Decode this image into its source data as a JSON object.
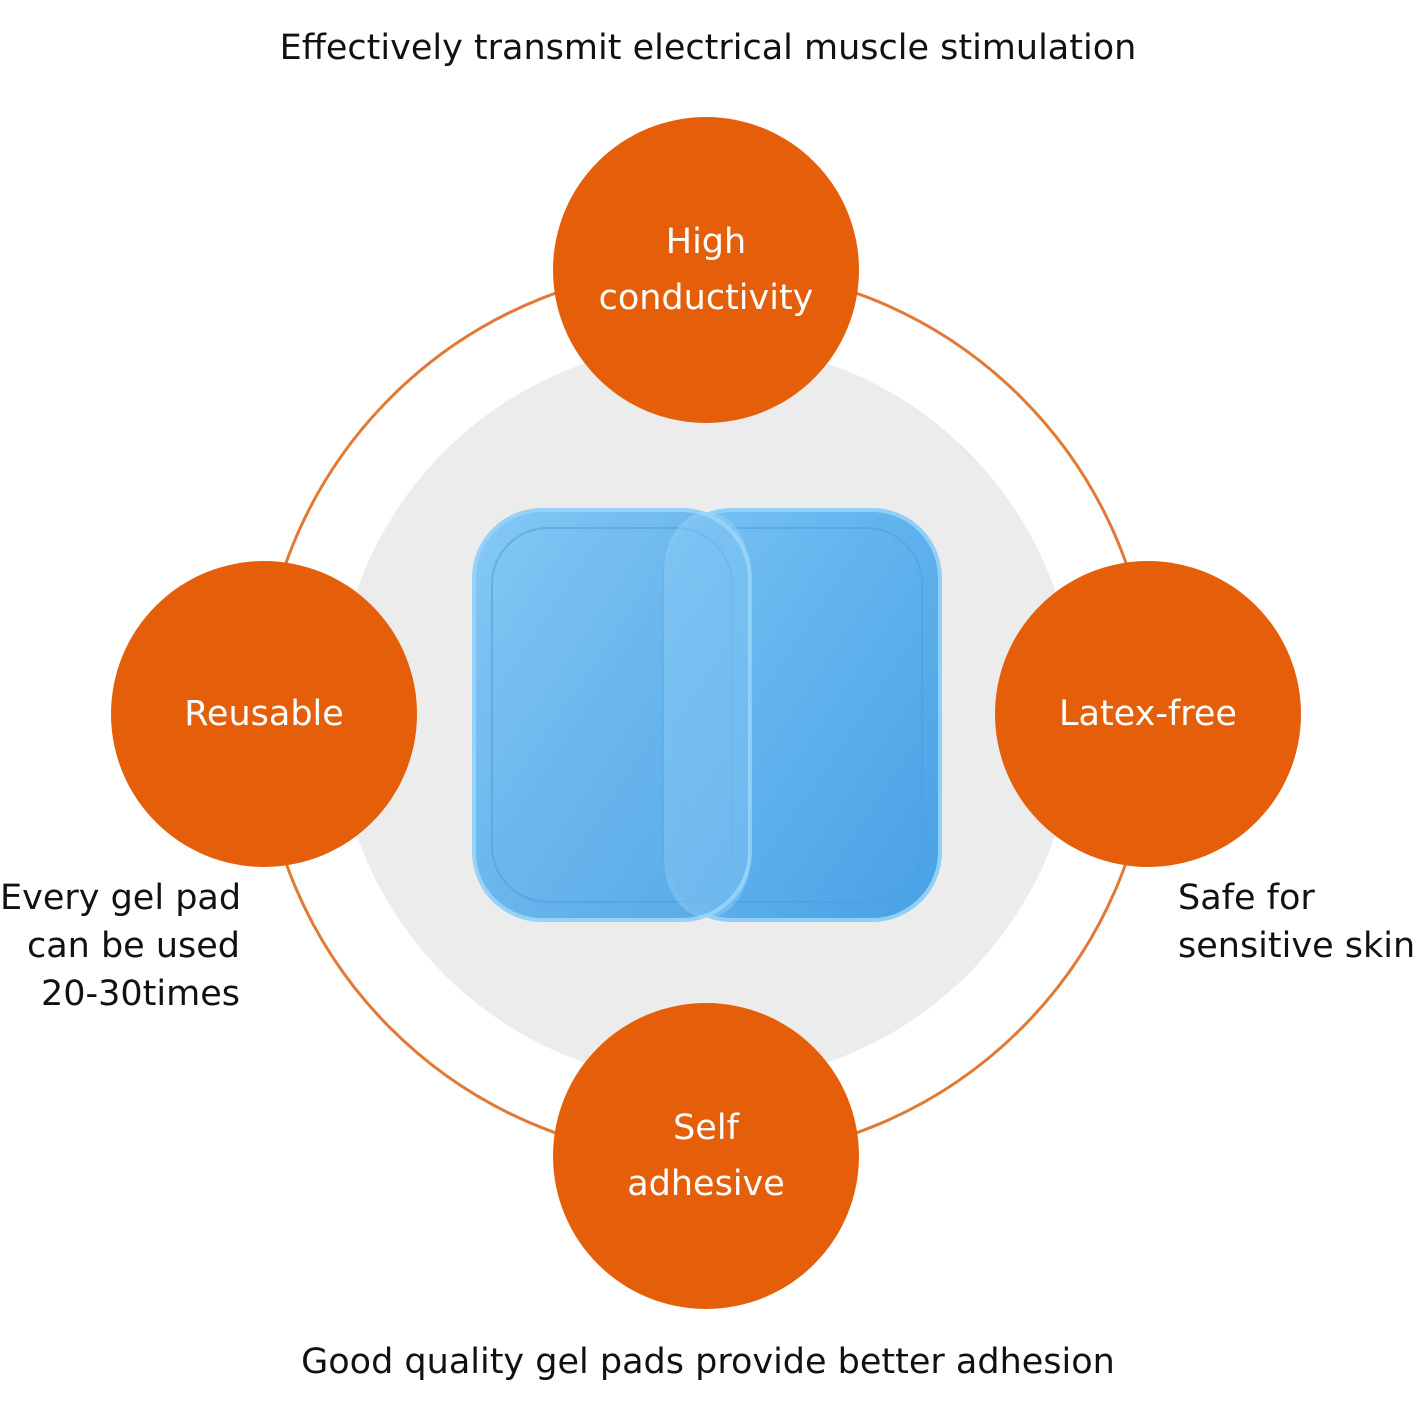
{
  "headline": "Effectively transmit electrical muscle stimulation",
  "footer": "Good quality gel pads provide better adhesion",
  "features": {
    "top": {
      "lines": [
        "High",
        "conductivity"
      ]
    },
    "left": {
      "lines": [
        "Reusable"
      ]
    },
    "right": {
      "lines": [
        "Latex-free"
      ]
    },
    "bottom": {
      "lines": [
        "Self",
        "adhesive"
      ]
    }
  },
  "notes": {
    "left": {
      "lines": [
        "Every gel pad",
        "can be used",
        "20-30times"
      ]
    },
    "right": {
      "lines": [
        "Safe for",
        "sensitive skin"
      ]
    }
  },
  "colors": {
    "accent": "#e55e0a",
    "ring": "#e07a35",
    "backdrop": "#ececec",
    "pad_fill": "#62b7f0",
    "pad_edge": "#8fd0f8"
  }
}
